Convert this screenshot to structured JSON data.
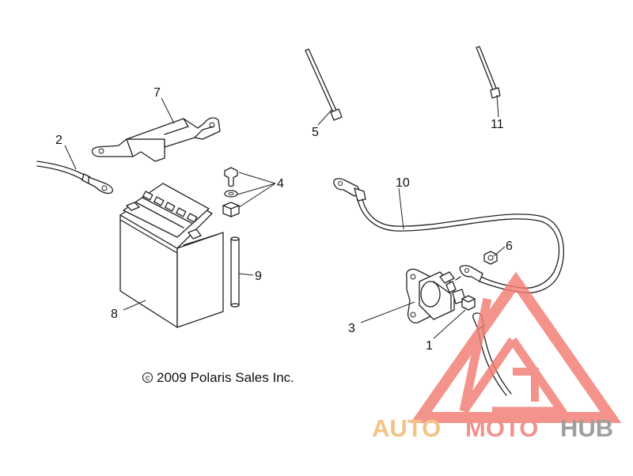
{
  "diagram": {
    "callouts": {
      "p1": "1",
      "p2": "2",
      "p3": "3",
      "p4": "4",
      "p5": "5",
      "p6": "6",
      "p7": "7",
      "p8": "8",
      "p9": "9",
      "p10": "10",
      "p11": "11"
    },
    "copyright": {
      "symbol": "c",
      "text": "2009 Polaris Sales Inc."
    }
  },
  "watermark": {
    "part_auto": "AUTO",
    "part_moto": "MOTO",
    "part_hub": "HUB",
    "colors": {
      "auto": "#f2b56b",
      "moto": "#f07a74",
      "hub": "#8a8a8a",
      "triangle": "#f27c74"
    }
  }
}
